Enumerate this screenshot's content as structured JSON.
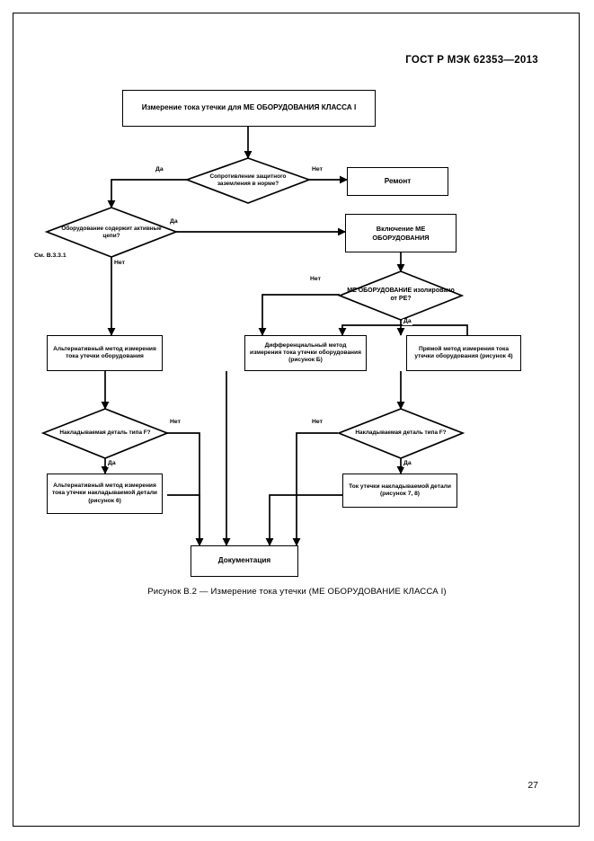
{
  "document": {
    "standard_header": "ГОСТ Р МЭК 62353—2013",
    "page_number": "27"
  },
  "figure": {
    "caption": "Рисунок В.2 — Измерение тока утечки (МЕ ОБОРУДОВАНИЕ КЛАССА I)",
    "note_reference": "См. В.3.3.1"
  },
  "chart_data": {
    "type": "diagram",
    "title": "Измерение тока утечки (МЕ ОБОРУДОВАНИЕ КЛАССА I)",
    "nodes": [
      {
        "id": "start",
        "shape": "box",
        "label": "Измерение тока утечки для МЕ ОБОРУДОВАНИЯ КЛАССА I"
      },
      {
        "id": "d-earth",
        "shape": "diamond",
        "label": "Сопротивление защитного заземления в норме?"
      },
      {
        "id": "repair",
        "shape": "box",
        "label": "Ремонт"
      },
      {
        "id": "d-active",
        "shape": "diamond",
        "label": "Оборудование содержит активные цепи?"
      },
      {
        "id": "power-on",
        "shape": "box",
        "label": "Включение МЕ ОБОРУДОВАНИЯ"
      },
      {
        "id": "d-isolated",
        "shape": "diamond",
        "label": "МЕ ОБОРУДОВАНИЕ изолировано от РЕ?"
      },
      {
        "id": "alt-equip",
        "shape": "box",
        "label": "Альтернативный метод измерения тока утечки оборудования"
      },
      {
        "id": "diff-equip",
        "shape": "box",
        "label": "Дифференциальный метод измерения тока утечки оборудования (рисунок Б)"
      },
      {
        "id": "direct-equip",
        "shape": "box",
        "label": "Прямой метод измерения тока утечки оборудования (рисунок 4)"
      },
      {
        "id": "d-typef-left",
        "shape": "diamond",
        "label": "Накладываемая деталь типа F?"
      },
      {
        "id": "d-typef-right",
        "shape": "diamond",
        "label": "Накладываемая деталь типа F?"
      },
      {
        "id": "alt-part",
        "shape": "box",
        "label": "Альтернативный метод измерения тока утечки накладываемой детали (рисунок 6)"
      },
      {
        "id": "part-current",
        "shape": "box",
        "label": "Ток утечки накладываемой детали (рисунок 7, 8)"
      },
      {
        "id": "docs",
        "shape": "box",
        "label": "Документация"
      }
    ],
    "edges": [
      {
        "from": "start",
        "to": "d-earth",
        "label": ""
      },
      {
        "from": "d-earth",
        "to": "repair",
        "label": "Нет"
      },
      {
        "from": "d-earth",
        "to": "d-active",
        "label": "Да"
      },
      {
        "from": "d-active",
        "to": "power-on",
        "label": "Да"
      },
      {
        "from": "d-active",
        "to": "alt-equip",
        "label": "Нет"
      },
      {
        "from": "power-on",
        "to": "d-isolated",
        "label": ""
      },
      {
        "from": "d-isolated",
        "to": "diff-equip",
        "label": "Нет"
      },
      {
        "from": "d-isolated",
        "to": "direct-equip",
        "label": "Да"
      },
      {
        "from": "alt-equip",
        "to": "d-typef-left",
        "label": ""
      },
      {
        "from": "d-typef-left",
        "to": "alt-part",
        "label": "Да"
      },
      {
        "from": "d-typef-left",
        "to": "docs",
        "label": "Нет"
      },
      {
        "from": "diff-equip",
        "to": "docs",
        "label": ""
      },
      {
        "from": "direct-equip",
        "to": "d-typef-right",
        "label": ""
      },
      {
        "from": "d-typef-right",
        "to": "part-current",
        "label": "Да"
      },
      {
        "from": "d-typef-right",
        "to": "docs",
        "label": "Нет"
      },
      {
        "from": "alt-part",
        "to": "docs",
        "label": ""
      },
      {
        "from": "part-current",
        "to": "docs",
        "label": ""
      }
    ],
    "edge_labels": {
      "yes": "Да",
      "no": "Нет"
    }
  }
}
